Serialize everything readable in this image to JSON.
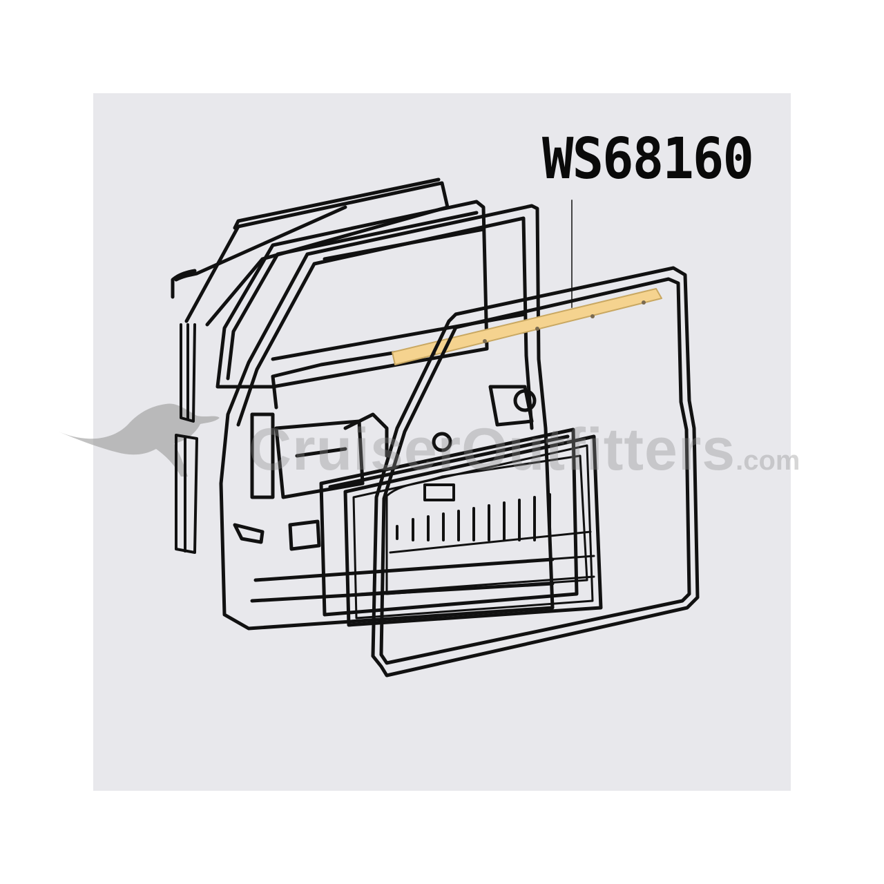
{
  "part": {
    "number": "WS68160",
    "highlight_color": "#f5d38f"
  },
  "watermark": {
    "name": "CruiserOutfitters",
    "suffix": ".com",
    "color": "#8c8c8c",
    "logo_icon": "kangaroo-icon"
  },
  "colors": {
    "panel_background": "#e8e8ec",
    "line": "#111111"
  }
}
